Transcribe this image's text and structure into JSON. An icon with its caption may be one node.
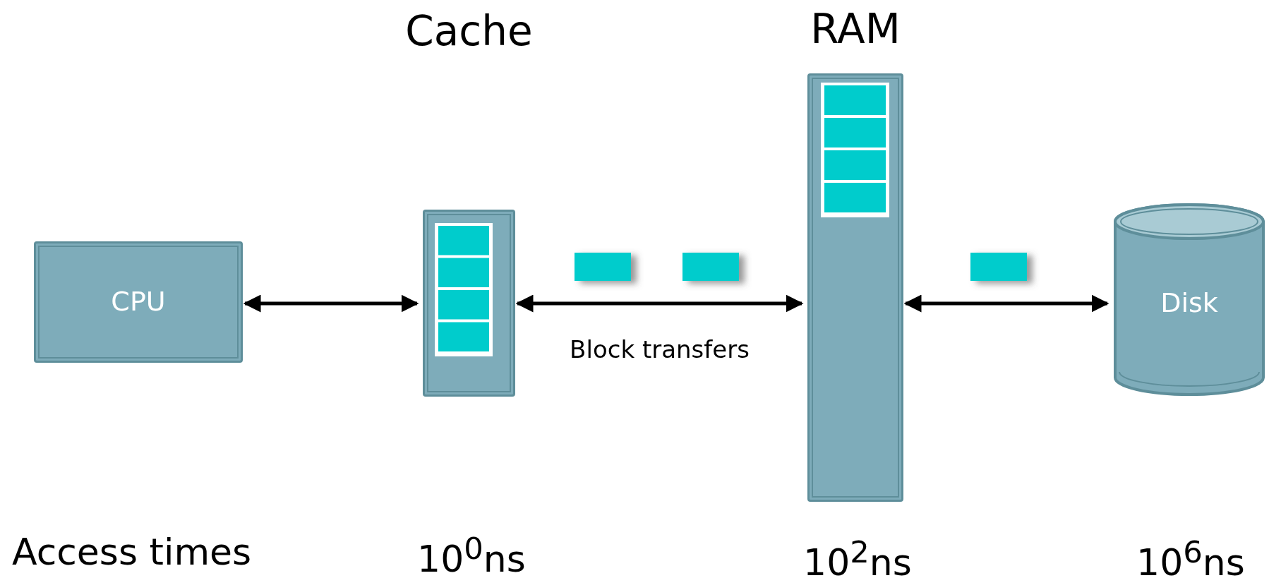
{
  "diagram": {
    "nodes": [
      {
        "text": [
          "CPU"
        ]
      },
      {
        "text": [
          "Cache"
        ]
      },
      {
        "text": [
          "RAM"
        ]
      },
      {
        "text": [
          "Disk"
        ]
      }
    ],
    "edges": [
      {
        "from": 0,
        "to": 1,
        "arrow": "both"
      },
      {
        "from": 1,
        "to": 2,
        "arrow": "both",
        "label": "Block transfers"
      },
      {
        "from": 2,
        "to": 3,
        "arrow": "both"
      }
    ],
    "labels": [
      "Access times",
      "10$^{0}$ns",
      "10$^{2}$ns",
      "10$^{6}$ns"
    ]
  }
}
